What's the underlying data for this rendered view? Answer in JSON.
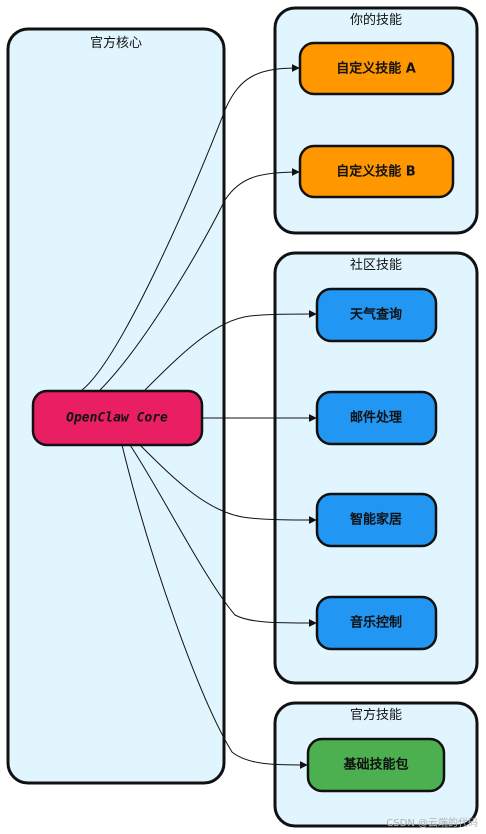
{
  "colors": {
    "cluster_fill": "#e1f5fe",
    "stroke": "#111111",
    "core_fill": "#e91e63",
    "custom_skill_fill": "#ff9800",
    "community_skill_fill": "#2196f3",
    "official_pack_fill": "#4caf50"
  },
  "clusters": {
    "core": {
      "label": "官方核心"
    },
    "yours": {
      "label": "你的技能"
    },
    "community": {
      "label": "社区技能"
    },
    "official": {
      "label": "官方技能"
    }
  },
  "nodes": {
    "core": {
      "label": "OpenClaw Core"
    },
    "custom_a": {
      "label": "自定义技能 A"
    },
    "custom_b": {
      "label": "自定义技能 B"
    },
    "weather": {
      "label": "天气查询"
    },
    "mail": {
      "label": "邮件处理"
    },
    "smarthome": {
      "label": "智能家居"
    },
    "music": {
      "label": "音乐控制"
    },
    "basic_pack": {
      "label": "基础技能包"
    }
  },
  "watermark": "CSDN @云端的代码"
}
